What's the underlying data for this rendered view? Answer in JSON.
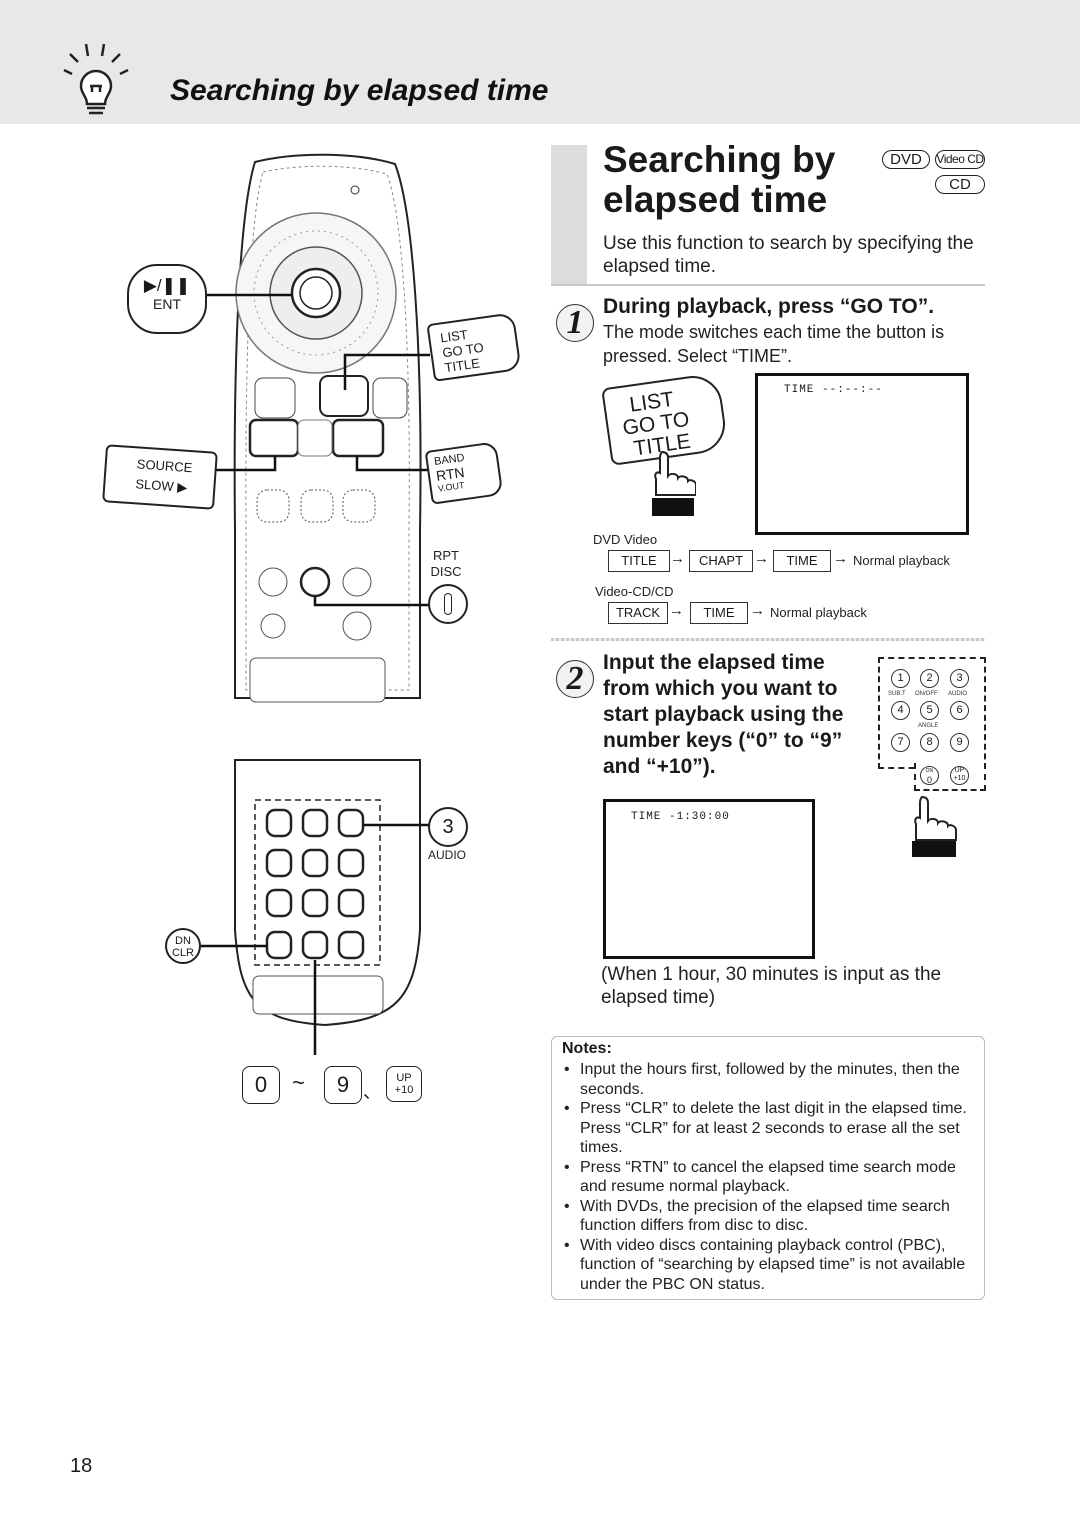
{
  "header": {
    "title": "Searching by elapsed time"
  },
  "section": {
    "title_line1": "Searching by",
    "title_line2": "elapsed time",
    "badges": [
      "DVD",
      "Video CD",
      "CD"
    ],
    "intro": "Use this function to search by specifying the elapsed time."
  },
  "remote": {
    "ent_label": "ENT",
    "play_pause_symbol": "▶/❚❚",
    "list_goto_title": [
      "LIST",
      "GO TO",
      "TITLE"
    ],
    "source_slow": [
      "SOURCE",
      "SLOW ▶"
    ],
    "band_rtn_vout": [
      "BAND",
      "RTN",
      "V.OUT"
    ],
    "rpt_disc": [
      "RPT",
      "DISC"
    ],
    "audio_key": "3",
    "audio_label": "AUDIO",
    "dn_clr": [
      "DN",
      "CLR"
    ],
    "bottom_keys": {
      "zero": "0",
      "tilde": "~",
      "nine": "9",
      "sep": "、",
      "up": "UP",
      "plus10": "+10"
    }
  },
  "step1": {
    "number": "1",
    "heading": "During playback, press “GO TO”.",
    "body": "The mode switches each time the button is pressed.  Select “TIME”.",
    "button_lines": [
      "LIST",
      "GO TO",
      "TITLE"
    ],
    "screen_text": "TIME --:--:--",
    "dvd_label": "DVD Video",
    "dvd_sequence": [
      "TITLE",
      "CHAPT",
      "TIME"
    ],
    "vcd_label": "Video-CD/CD",
    "vcd_sequence": [
      "TRACK",
      "TIME"
    ],
    "normal_playback": "Normal playback"
  },
  "step2": {
    "number": "2",
    "heading_lines": [
      "Input the elapsed time",
      "from which you want to",
      "start playback using the",
      "number keys (“0” to “9”",
      "and “+10”)."
    ],
    "keypad": {
      "row1": [
        "1",
        "2",
        "3"
      ],
      "row1_labels": [
        "SUB.T",
        "ON/OFF",
        "AUDIO"
      ],
      "row2": [
        "4",
        "5",
        "6"
      ],
      "row2_label": "ANGLE",
      "row3": [
        "7",
        "8",
        "9"
      ],
      "row4": [
        "0",
        "UP"
      ],
      "row4_sub": [
        "DN",
        "+10"
      ]
    },
    "screen_text": "TIME -1:30:00",
    "caption": "(When 1 hour, 30 minutes is input as the elapsed time)"
  },
  "notes": {
    "title": "Notes:",
    "items": [
      "Input the hours first, followed by the minutes, then the seconds.",
      "Press “CLR” to delete the last digit in the elapsed time. Press “CLR” for at least 2 seconds to erase all the set times.",
      "Press “RTN” to cancel the elapsed time search mode and resume normal playback.",
      "With DVDs, the precision of the elapsed time search function differs from disc to disc.",
      "With video discs containing playback control (PBC), function of “searching  by elapsed time” is not available under the PBC ON status."
    ]
  },
  "page_number": "18"
}
